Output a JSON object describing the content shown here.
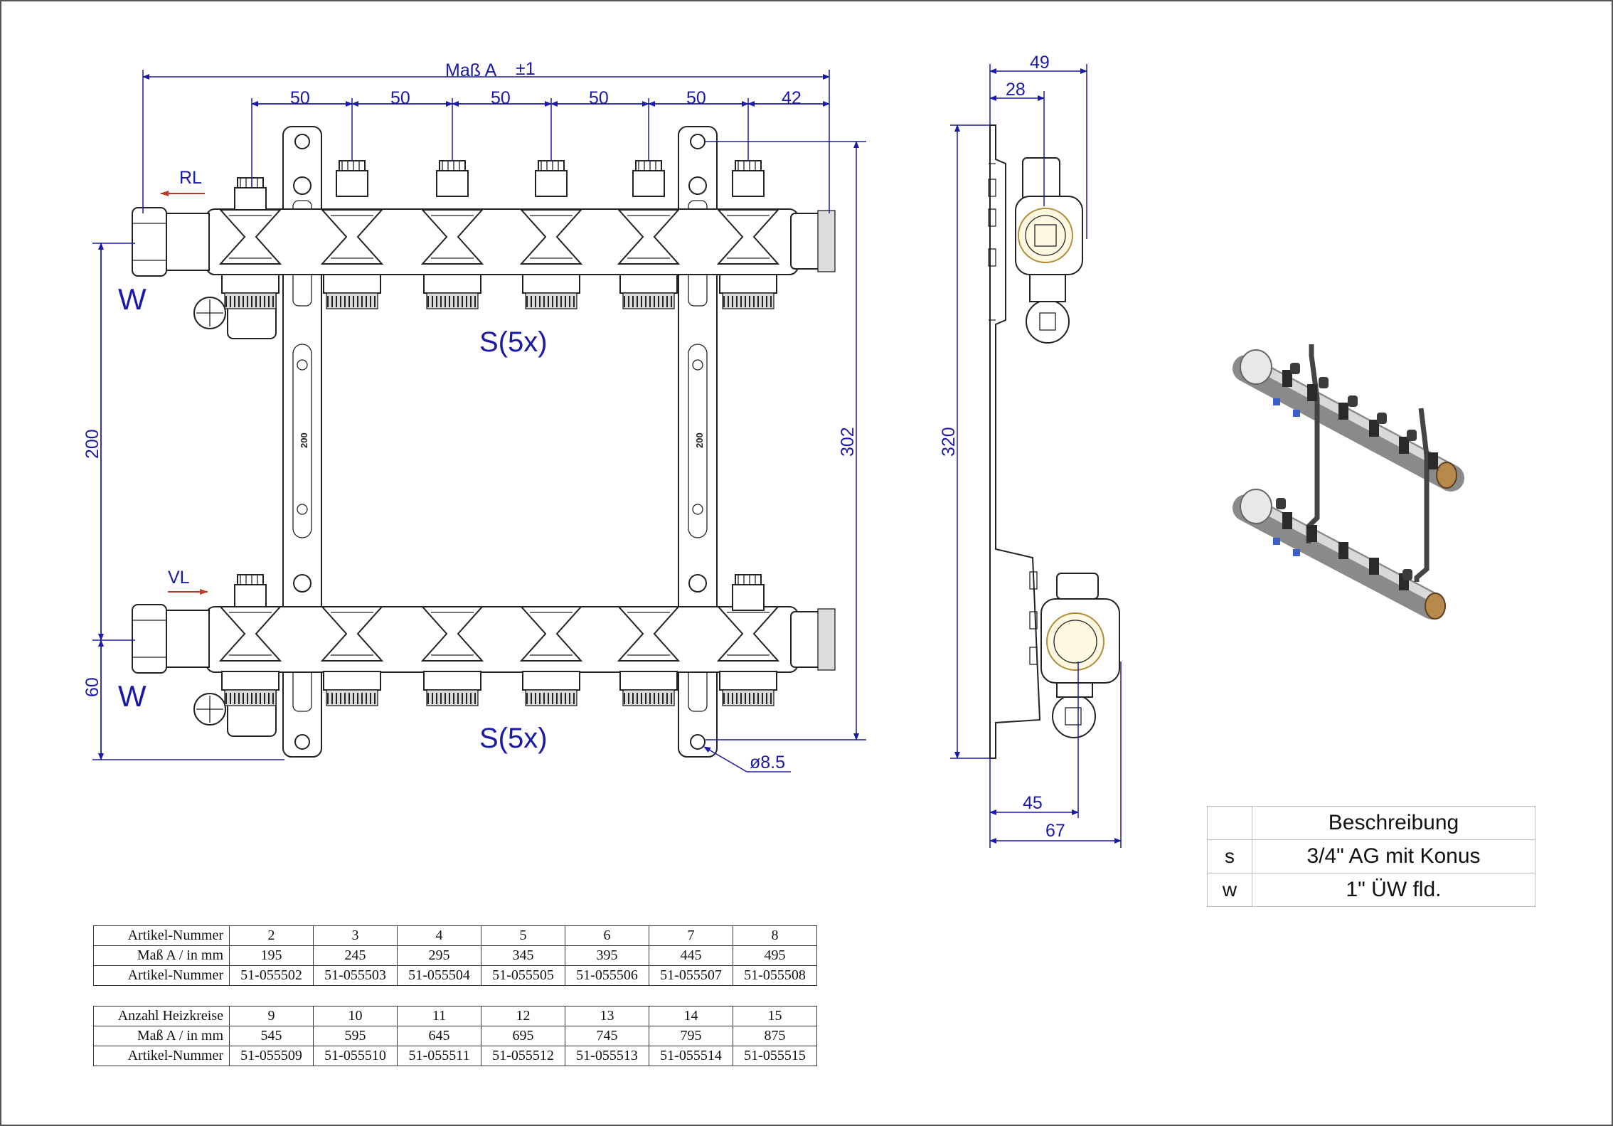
{
  "dimensions": {
    "overall": "Maß A",
    "overall_tol": "±1",
    "spacing": [
      "50",
      "50",
      "50",
      "50",
      "50",
      "42"
    ],
    "vertical_200": "200",
    "vertical_60": "60",
    "vertical_302": "302",
    "side_49": "49",
    "side_28": "28",
    "side_320": "320",
    "side_45": "45",
    "side_67": "67",
    "hole": "ø8.5",
    "bracket_label": "200"
  },
  "labels": {
    "return_line": "RL",
    "flow_line": "VL",
    "w_top": "W",
    "w_bottom": "W",
    "outlets_top": "S(5x)",
    "outlets_bottom": "S(5x)"
  },
  "description": {
    "header": "Beschreibung",
    "rows": [
      {
        "key": "s",
        "text": "3/4\" AG mit Konus"
      },
      {
        "key": "w",
        "text": "1\" ÜW fld."
      }
    ]
  },
  "parts_table": {
    "block1": [
      {
        "label": "Artikel-Nummer",
        "values": [
          "2",
          "3",
          "4",
          "5",
          "6",
          "7",
          "8"
        ]
      },
      {
        "label": "Maß A / in mm",
        "values": [
          "195",
          "245",
          "295",
          "345",
          "395",
          "445",
          "495"
        ]
      },
      {
        "label": "Artikel-Nummer",
        "values": [
          "51-055502",
          "51-055503",
          "51-055504",
          "51-055505",
          "51-055506",
          "51-055507",
          "51-055508"
        ]
      }
    ],
    "block2": [
      {
        "label": "Anzahl Heizkreise",
        "values": [
          "9",
          "10",
          "11",
          "12",
          "13",
          "14",
          "15"
        ]
      },
      {
        "label": "Maß A / in mm",
        "values": [
          "545",
          "595",
          "645",
          "695",
          "745",
          "795",
          "875"
        ]
      },
      {
        "label": "Artikel-Nummer",
        "values": [
          "51-055509",
          "51-055510",
          "51-055511",
          "51-055512",
          "51-055513",
          "51-055514",
          "51-055515"
        ]
      }
    ]
  },
  "colors": {
    "dimension": "#1a1aa6",
    "arrow": "#c0392b",
    "line": "#222222"
  }
}
